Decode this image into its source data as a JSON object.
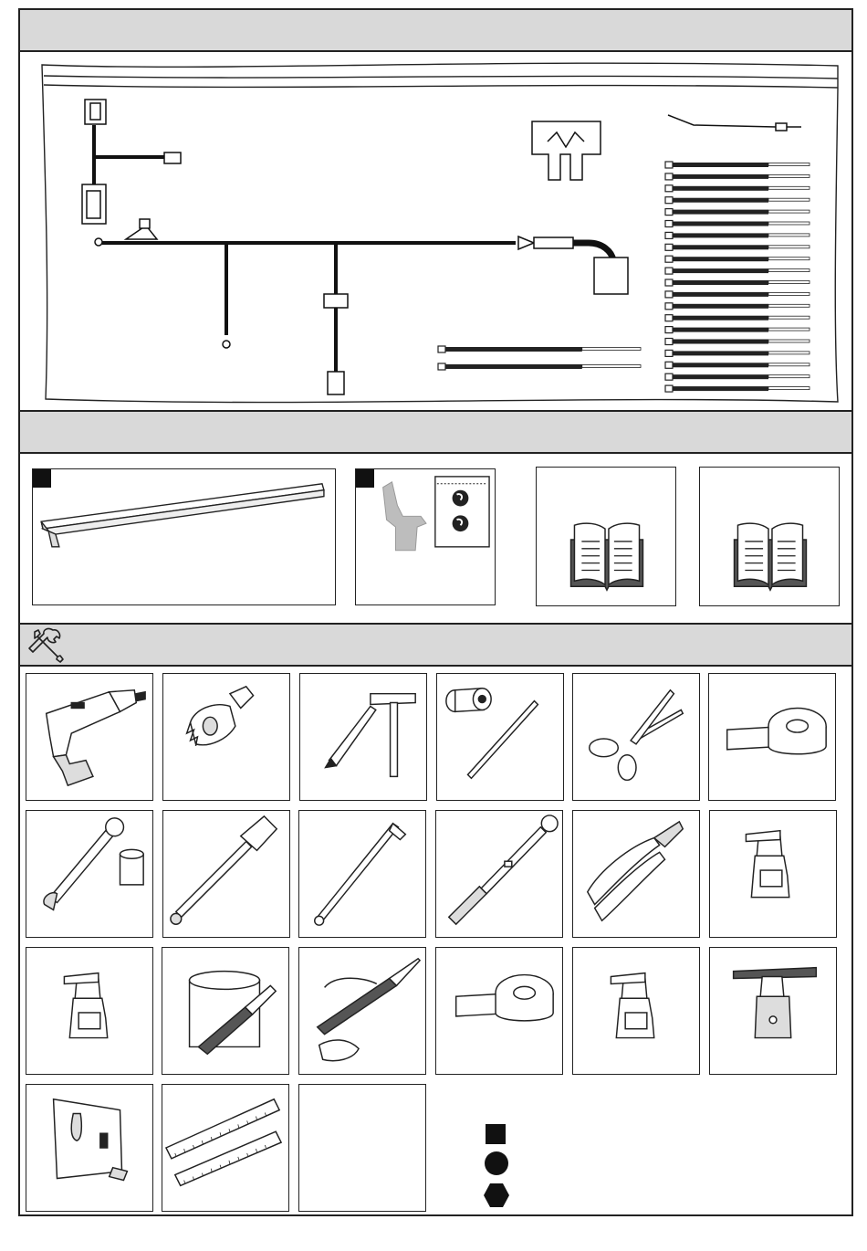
{
  "sheet": {
    "sections": [
      {
        "id": "kit-contents"
      },
      {
        "id": "additional-parts"
      },
      {
        "id": "required-tools",
        "icon": "tools-icon"
      }
    ]
  },
  "kit": {
    "items": [
      {
        "name": "wiring-harness",
        "icon": "harness-icon"
      },
      {
        "name": "blade-fuse",
        "icon": "fuse-icon"
      },
      {
        "name": "cable-tie-bundle-long",
        "icon": "cable-tie-icon",
        "count": 20
      },
      {
        "name": "cable-tie-bundle-short",
        "icon": "cable-tie-icon",
        "count": 2
      }
    ]
  },
  "parts": [
    {
      "name": "trim-strip",
      "icon": "angle-profile-icon",
      "marked": true
    },
    {
      "name": "bracket-and-grommets",
      "icon": "bracket-icon",
      "marked": true
    },
    {
      "name": "manual-1",
      "icon": "book-icon"
    },
    {
      "name": "manual-2",
      "icon": "book-icon"
    }
  ],
  "tools": [
    {
      "name": "cordless-drill",
      "icon": "drill-icon"
    },
    {
      "name": "hole-saw",
      "icon": "hole-saw-icon"
    },
    {
      "name": "punch-and-hammer",
      "icon": "hammer-icon"
    },
    {
      "name": "drill-bit-and-stop",
      "icon": "drill-bit-icon"
    },
    {
      "name": "scissors",
      "icon": "scissors-icon"
    },
    {
      "name": "tape-roll",
      "icon": "tape-icon"
    },
    {
      "name": "ratchet-and-socket",
      "icon": "ratchet-icon"
    },
    {
      "name": "socket-extension",
      "icon": "extension-icon"
    },
    {
      "name": "allen-key",
      "icon": "allen-key-icon"
    },
    {
      "name": "torque-wrench",
      "icon": "torque-wrench-icon"
    },
    {
      "name": "side-cutters",
      "icon": "pliers-icon"
    },
    {
      "name": "spray-bottle",
      "icon": "spray-bottle-icon"
    },
    {
      "name": "spray-bottle",
      "icon": "spray-bottle-icon"
    },
    {
      "name": "paint-can-and-brush",
      "icon": "paint-icon"
    },
    {
      "name": "test-light",
      "icon": "test-light-icon"
    },
    {
      "name": "tape-roll",
      "icon": "tape-icon"
    },
    {
      "name": "spray-bottle",
      "icon": "spray-bottle-icon"
    },
    {
      "name": "rivet-gun",
      "icon": "rivet-gun-icon"
    },
    {
      "name": "tape-measure",
      "icon": "tape-measure-icon"
    },
    {
      "name": "rulers",
      "icon": "ruler-icon"
    },
    {
      "name": "empty",
      "icon": ""
    }
  ],
  "legend": {
    "symbols": [
      {
        "name": "square-symbol",
        "icon": "square-icon"
      },
      {
        "name": "circle-symbol",
        "icon": "circle-icon"
      },
      {
        "name": "hexagon-symbol",
        "icon": "hexagon-icon"
      }
    ]
  },
  "colors": {
    "band": "#d9d9d9",
    "line": "#222222",
    "part-gray": "#bdbdbd"
  }
}
